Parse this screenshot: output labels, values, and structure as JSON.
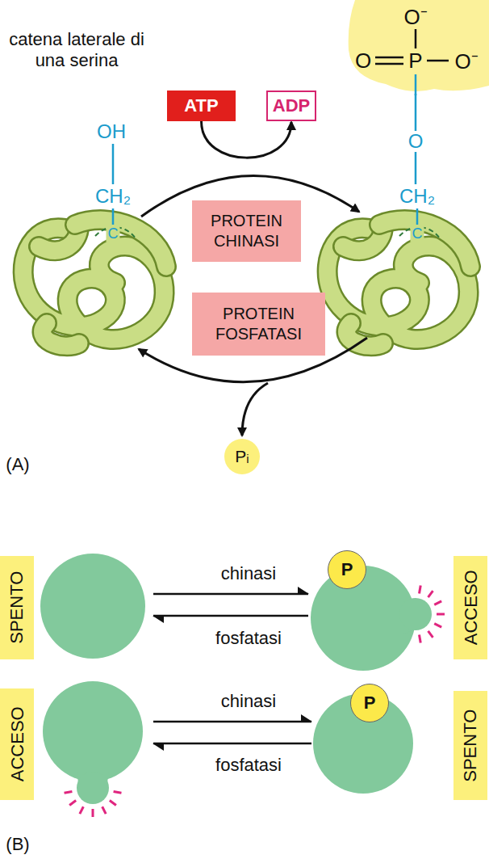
{
  "diagram": {
    "nodes": [
      {
        "text": [
          "O⁻",
          "O",
          "P",
          "O⁻"
        ]
      },
      {
        "text": [
          "ATP"
        ]
      },
      {
        "text": [
          "ADP"
        ]
      },
      {
        "text": [
          "PROTEIN CHINASI"
        ]
      },
      {
        "text": [
          "PROTEIN FOSFATASI"
        ]
      },
      {
        "text": [
          "Pᵢ"
        ]
      },
      {
        "text": [
          "SPENTO"
        ]
      },
      {
        "text": [
          "P"
        ]
      },
      {
        "text": [
          "ACCESO"
        ]
      },
      {
        "text": [
          "ACCESO"
        ]
      },
      {
        "text": [
          "P"
        ]
      },
      {
        "text": [
          "SPENTO"
        ]
      }
    ],
    "edges": [
      {
        "from": 1,
        "to": 2,
        "arrow": "to"
      }
    ],
    "labels": [
      "catena laterale di una serina",
      "OH",
      "CH₂",
      "C",
      "O",
      "CH₂",
      "C",
      "(A)",
      "chinasi",
      "fosfatasi",
      "chinasi",
      "fosfatasi",
      "(B)"
    ]
  }
}
